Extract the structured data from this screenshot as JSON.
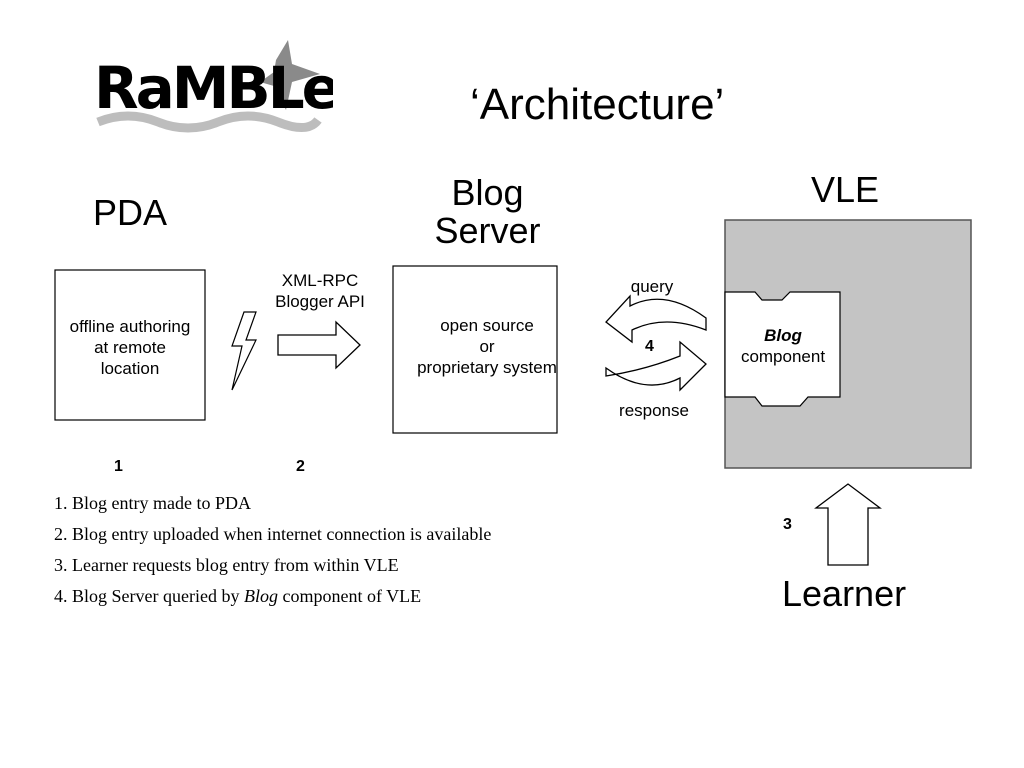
{
  "slide": {
    "title": "‘Architecture’",
    "logo_text": "RaMBLe"
  },
  "diagram": {
    "pda": {
      "heading": "PDA",
      "box_lines": [
        "offline authoring",
        "at remote",
        "location"
      ]
    },
    "transfer": {
      "label_lines": [
        "XML-RPC",
        "Blogger API"
      ]
    },
    "blog_server": {
      "heading_lines": [
        "Blog",
        "Server"
      ],
      "box_lines": [
        "open source",
        "or",
        "proprietary system"
      ]
    },
    "exchange": {
      "query": "query",
      "response": "response",
      "step": "4"
    },
    "vle": {
      "heading": "VLE",
      "component_title": "Blog",
      "component_label": "component"
    },
    "learner": {
      "label": "Learner",
      "step": "3"
    },
    "step_numbers": [
      "1",
      "2"
    ]
  },
  "steps": [
    {
      "n": "1.",
      "text": "Blog entry made to PDA"
    },
    {
      "n": "2.",
      "text": "Blog entry uploaded when internet connection is available"
    },
    {
      "n": "3.",
      "text": "Learner requests blog entry from within VLE"
    },
    {
      "n": "4.",
      "pre": "Blog Server queried by ",
      "em": "Blog",
      "post": " component of VLE"
    }
  ],
  "colors": {
    "vle_fill": "#c4c4c4",
    "logo_wave": "#bdbdbd",
    "logo_star": "#8a8a8a"
  }
}
